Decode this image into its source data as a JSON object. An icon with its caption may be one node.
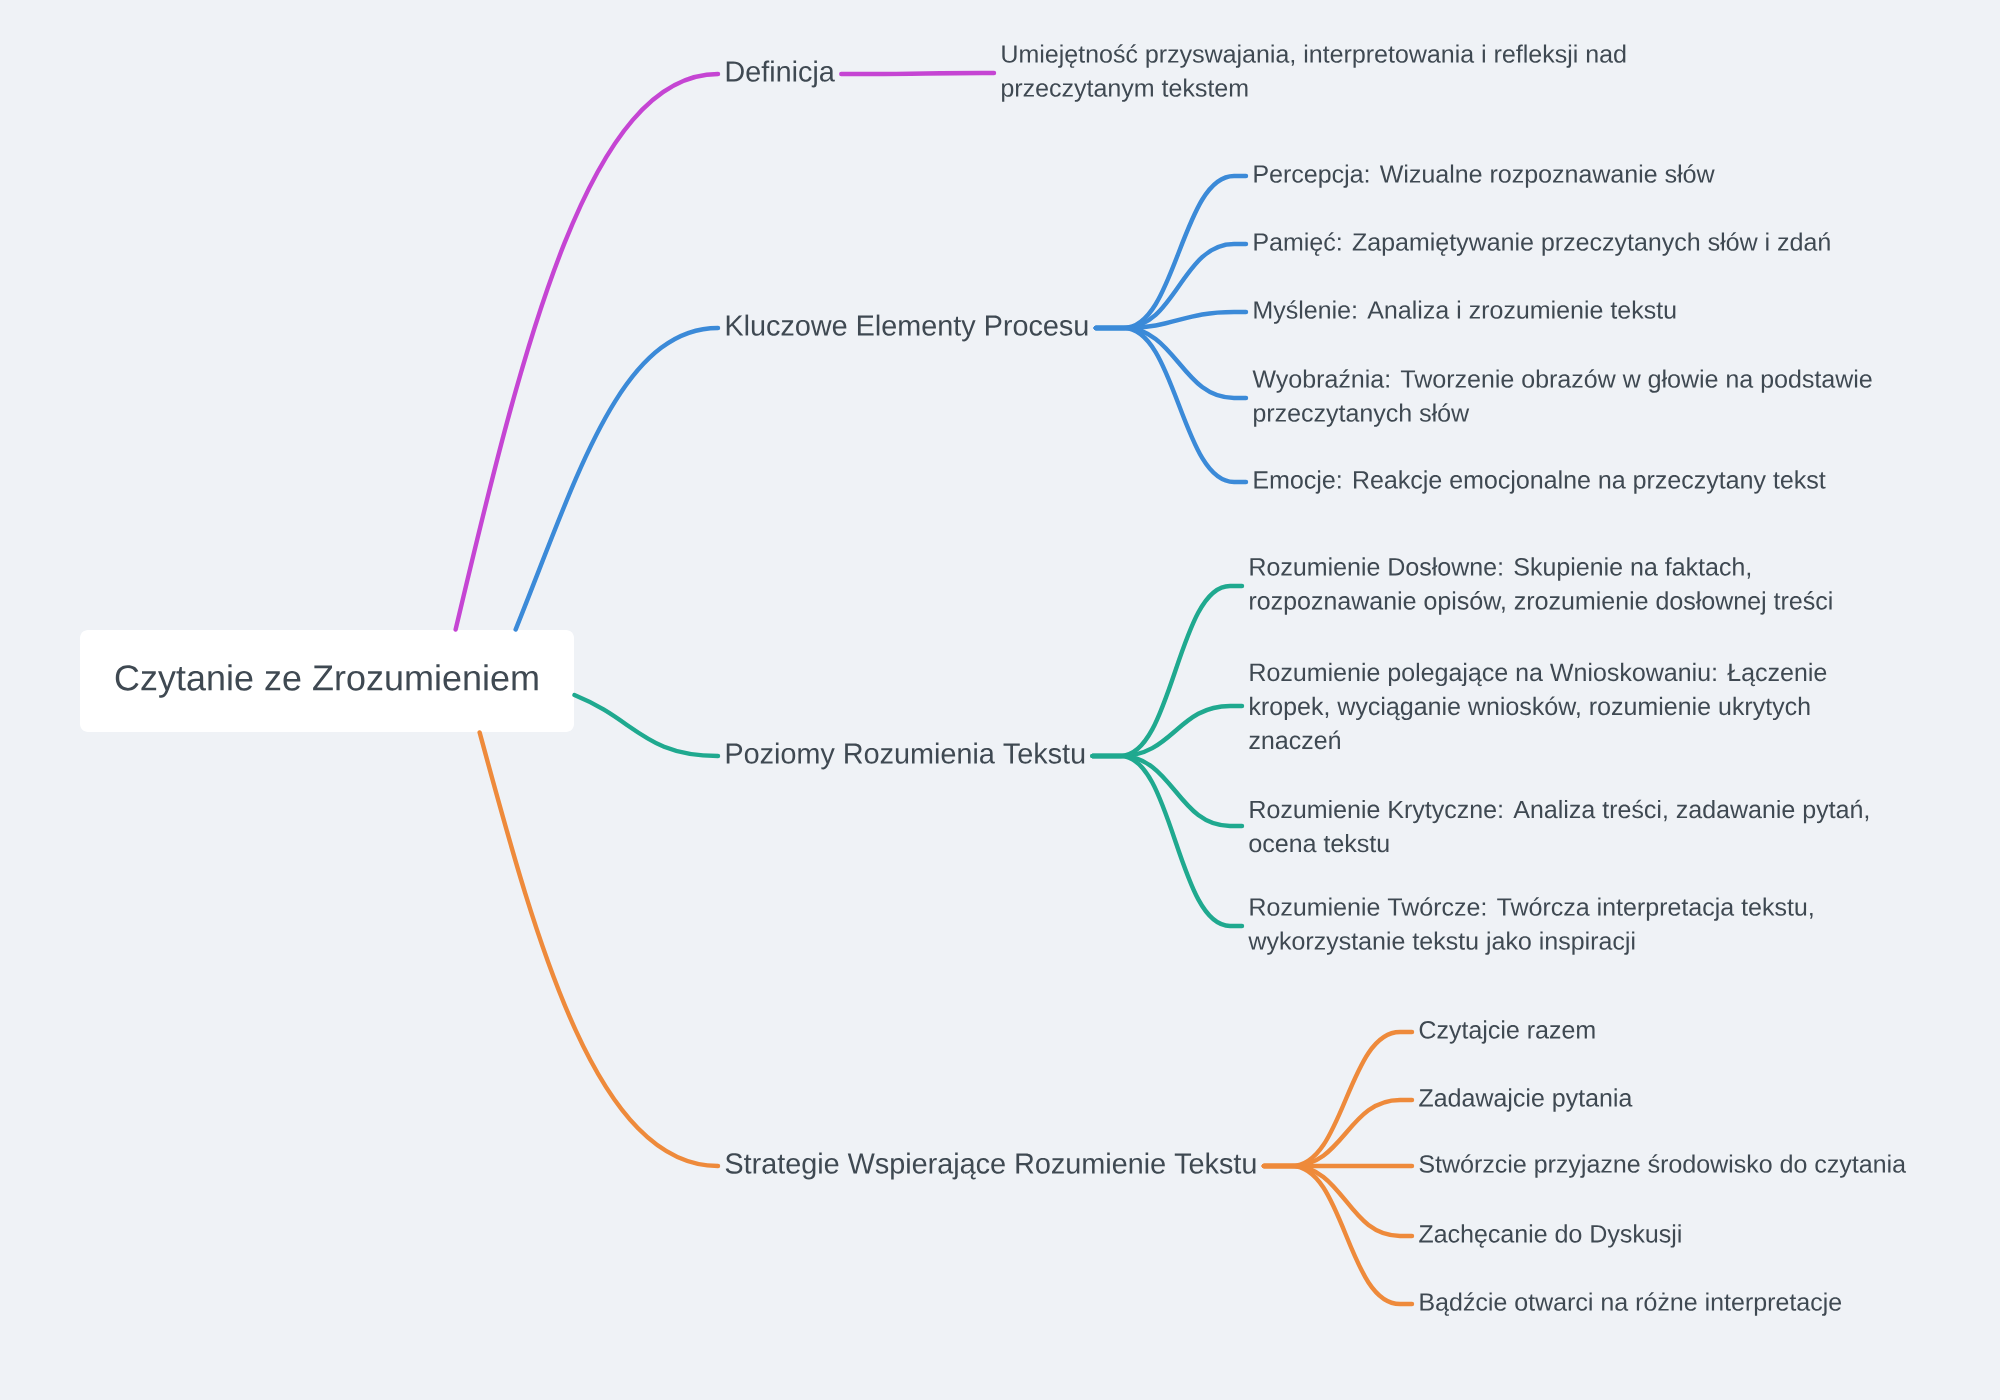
{
  "diagram": {
    "nodes": [
      {
        "text": [
          "Czytanie ze Zrozumieniem"
        ]
      },
      {
        "text": [
          "Definicja"
        ]
      },
      {
        "text": [
          "Umiejętność przyswajania, interpretowania i refleksji nad przeczytanym tekstem"
        ]
      },
      {
        "text": [
          "Kluczowe Elementy Procesu"
        ]
      },
      {
        "text": [
          "Percepcja: Wizualne rozpoznawanie słów"
        ]
      },
      {
        "text": [
          "Pamięć: Zapamiętywanie przeczytanych słów i zdań"
        ]
      },
      {
        "text": [
          "Myślenie: Analiza i zrozumienie tekstu"
        ]
      },
      {
        "text": [
          "Wyobraźnia: Tworzenie obrazów w głowie na podstawie przeczytanych słów"
        ]
      },
      {
        "text": [
          "Emocje: Reakcje emocjonalne na przeczytany tekst"
        ]
      },
      {
        "text": [
          "Poziomy Rozumienia Tekstu"
        ]
      },
      {
        "text": [
          "Rozumienie Dosłowne: Skupienie na faktach, rozpoznawanie opisów, zrozumienie dosłownej treści"
        ]
      },
      {
        "text": [
          "Rozumienie polegające na Wnioskowaniu: Łączenie kropek, wyciąganie wniosków, rozumienie ukrytych znaczeń"
        ]
      },
      {
        "text": [
          "Rozumienie Krytyczne: Analiza treści, zadawanie pytań, ocena tekstu"
        ]
      },
      {
        "text": [
          "Rozumienie Twórcze: Twórcza interpretacja tekstu, wykorzystanie tekstu jako inspiracji"
        ]
      },
      {
        "text": [
          "Strategie Wspierające Rozumienie Tekstu"
        ]
      },
      {
        "text": [
          "Czytajcie razem"
        ]
      },
      {
        "text": [
          "Zadawajcie pytania"
        ]
      },
      {
        "text": [
          "Stwórzcie przyjazne środowisko do czytania"
        ]
      },
      {
        "text": [
          "Zachęcanie do Dyskusji"
        ]
      },
      {
        "text": [
          "Bądźcie otwarci na różne interpretacje"
        ]
      }
    ],
    "edges": [
      {
        "from": 0,
        "to": 1,
        "arrow": "none",
        "color": "#c545d3"
      },
      {
        "from": 1,
        "to": 2,
        "arrow": "none",
        "color": "#c545d3"
      },
      {
        "from": 0,
        "to": 3,
        "arrow": "none",
        "color": "#3b8ad8"
      },
      {
        "from": 3,
        "to": 4,
        "arrow": "none",
        "color": "#3b8ad8"
      },
      {
        "from": 3,
        "to": 5,
        "arrow": "none",
        "color": "#3b8ad8"
      },
      {
        "from": 3,
        "to": 6,
        "arrow": "none",
        "color": "#3b8ad8"
      },
      {
        "from": 3,
        "to": 7,
        "arrow": "none",
        "color": "#3b8ad8"
      },
      {
        "from": 3,
        "to": 8,
        "arrow": "none",
        "color": "#3b8ad8"
      },
      {
        "from": 0,
        "to": 9,
        "arrow": "none",
        "color": "#1fa98f"
      },
      {
        "from": 9,
        "to": 10,
        "arrow": "none",
        "color": "#1fa98f"
      },
      {
        "from": 9,
        "to": 11,
        "arrow": "none",
        "color": "#1fa98f"
      },
      {
        "from": 9,
        "to": 12,
        "arrow": "none",
        "color": "#1fa98f"
      },
      {
        "from": 9,
        "to": 13,
        "arrow": "none",
        "color": "#1fa98f"
      },
      {
        "from": 0,
        "to": 14,
        "arrow": "none",
        "color": "#ee8a3b"
      },
      {
        "from": 14,
        "to": 15,
        "arrow": "none",
        "color": "#ee8a3b"
      },
      {
        "from": 14,
        "to": 16,
        "arrow": "none",
        "color": "#ee8a3b"
      },
      {
        "from": 14,
        "to": 17,
        "arrow": "none",
        "color": "#ee8a3b"
      },
      {
        "from": 14,
        "to": 18,
        "arrow": "none",
        "color": "#ee8a3b"
      },
      {
        "from": 14,
        "to": 19,
        "arrow": "none",
        "color": "#ee8a3b"
      }
    ]
  }
}
